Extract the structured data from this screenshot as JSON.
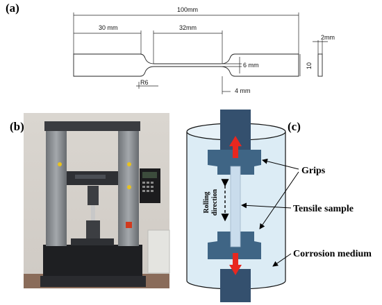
{
  "panels": {
    "a": {
      "label": "(a)"
    },
    "b": {
      "label": "(b)"
    },
    "c": {
      "label": "(c)"
    }
  },
  "specimen": {
    "overall_length": "100mm",
    "grip_length": "30 mm",
    "gauge_length": "32mm",
    "gauge_width": "6 mm",
    "grip_width": "10",
    "thickness": "2mm",
    "fillet_radius": "R6",
    "offset": "4 mm"
  },
  "schematic": {
    "grips": "Grips",
    "tensile_sample": "Tensile sample",
    "corrosion_medium": "Corrosion medium",
    "rolling_direction_line1": "Rolling",
    "rolling_direction_line2": "direction"
  },
  "colors": {
    "rod": "#34506e",
    "grip": "#3f6585",
    "medium": "#dcecf5",
    "sample": "#c9dcec",
    "arrow": "#e8271f",
    "frame": "#8a8d92"
  }
}
